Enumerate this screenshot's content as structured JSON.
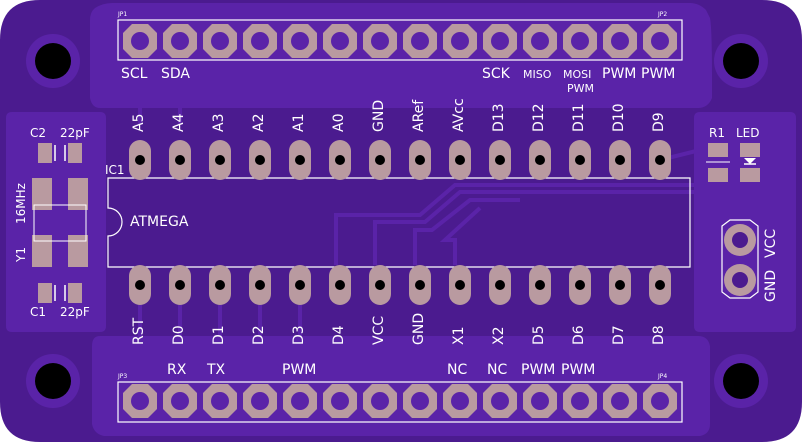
{
  "colors": {
    "board": "#4b1b8f",
    "copper": "#5a23a8",
    "pad": "#b99aa0",
    "silk": "#ffffff",
    "hole": "#000000"
  },
  "headers": {
    "jp1": "JP1",
    "jp2": "JP2",
    "jp3": "JP3",
    "jp4": "JP4"
  },
  "top_labels": {
    "scl": "SCL",
    "sda": "SDA",
    "sck": "SCK",
    "miso": "MISO",
    "mosi": "MOSI",
    "mosi_pwm": "PWM",
    "pwm1": "PWM",
    "pwm2": "PWM"
  },
  "bottom_labels": {
    "rx": "RX",
    "tx": "TX",
    "pwm": "PWM",
    "nc1": "NC",
    "nc2": "NC",
    "pwm1": "PWM",
    "pwm2": "PWM"
  },
  "ic": {
    "ref": "IC1",
    "name": "ATMEGA",
    "top_pins": [
      "A5",
      "A4",
      "A3",
      "A2",
      "A1",
      "A0",
      "GND",
      "ARef",
      "AVcc",
      "D13",
      "D12",
      "D11",
      "D10",
      "D9"
    ],
    "bottom_pins": [
      "RST",
      "D0",
      "D1",
      "D2",
      "D3",
      "D4",
      "VCC",
      "GND",
      "X1",
      "X2",
      "D5",
      "D6",
      "D7",
      "D8"
    ]
  },
  "components": {
    "c2": "C2",
    "c2_val": "22pF",
    "c1": "C1",
    "c1_val": "22pF",
    "y1": "Y1",
    "y1_val": "16MHz",
    "r1": "R1",
    "led": "LED",
    "gnd": "GND",
    "vcc": "VCC"
  }
}
